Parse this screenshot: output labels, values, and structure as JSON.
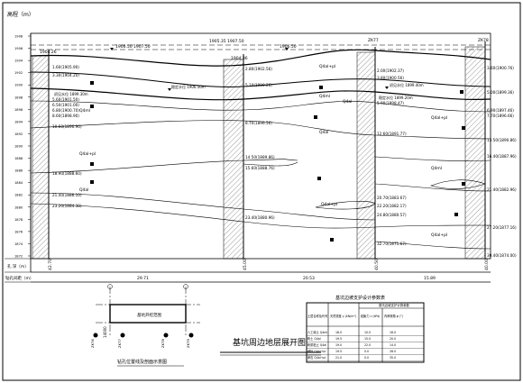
{
  "profile": {
    "y_axis_title": "高程（m）",
    "y_ticks": [
      "1908",
      "1906",
      "1904",
      "1902",
      "1900",
      "1898",
      "1896",
      "1894",
      "1892",
      "1890",
      "1888",
      "1886",
      "1884",
      "1882",
      "1880",
      "1878",
      "1876",
      "1874",
      "1872"
    ],
    "row_label_depth": "孔 深（m）",
    "row_label_spacing": "钻孔间距（m）",
    "depths": [
      "42.70",
      "45.00",
      "40.50",
      "40.00"
    ],
    "spacings": [
      "29.71",
      "20.53",
      "15.89"
    ],
    "borehole_tags": [
      {
        "text": "1906.50 1907.50"
      },
      {
        "text": "1905.35 1907.50"
      },
      {
        "text": "1906.50"
      },
      {
        "text": "ZK77"
      },
      {
        "text": "ZK78"
      },
      {
        "text": "1904.26"
      },
      {
        "text": "1904.36"
      }
    ],
    "water_labels": [
      "稳定水位 1906.50m",
      "初见水位 1899.30m",
      "初见水位 1899.40m",
      "稳定水位 1899.20m"
    ],
    "layer_labels": [
      "1.60(1905.90)",
      "3.30(1904.20)",
      "5.60(1901.50)",
      "6.50(1901.00)",
      "6.80(1900.70)",
      "8.60(1898.90)",
      "10.60(1896.90)",
      "18.90(1888.60)",
      "21.40(1886.10)",
      "23.20(1884.30)",
      "2.80(1902.56)",
      "5.10(1900.26)",
      "8.70(1896.56)",
      "14.50(1889.86)",
      "15.60(1888.76)",
      "23.40(1880.96)",
      "2.00(1902.37)",
      "3.80(1900.56)",
      "5.90(1898.47)",
      "12.60(1891.77)",
      "20.70(1883.67)",
      "22.20(1882.17)",
      "24.80(1880.57)",
      "32.70(1871.67)",
      "3.60(1900.76)",
      "5.00(1899.36)",
      "6.90(1897.46)",
      "7.70(1896.66)",
      "13.50(1890.86)",
      "16.40(1887.96)",
      "21.40(1882.96)",
      "27.20(1877.16)",
      "30.40(1874.00)"
    ],
    "soil_codes": [
      "Q4ml",
      "Q4al+pl",
      "Q4al",
      "Q4al+pl",
      "Q4ml",
      "Q4al",
      "Q4al+pl",
      "Q4al",
      "Q4al+pl",
      "Q4ml",
      "Q4al+pl"
    ]
  },
  "plan": {
    "box_label": "基坑开挖范围",
    "dim_label": "14000",
    "legend_items": [
      "ZK76",
      "ZK77",
      "ZK78",
      "ZK79"
    ],
    "caption": "钻孔位置线及剖面示意图"
  },
  "main_title": "基坑周边地层展开图",
  "table": {
    "title": "基坑边坡支护设计参数表",
    "headers": [
      "土层名称及代号",
      "天然重度 γ (kN/m³)",
      "粘聚力 c (kPa)",
      "内摩擦角 φ (°)"
    ],
    "group_header": "基坑边坡支护计算参数",
    "rows": [
      [
        "人工填土 Q4ml",
        "18.0",
        "10.0",
        "16.0"
      ],
      [
        "粉土 Q4al",
        "19.5",
        "15.0",
        "20.0"
      ],
      [
        "粉质粘土 Q4al",
        "19.0",
        "22.0",
        "14.0"
      ],
      [
        "细砂 Q4al+pl",
        "19.5",
        "0.0",
        "28.0"
      ],
      [
        "卵石 Q4al+pl",
        "21.0",
        "0.0",
        "35.0"
      ]
    ]
  }
}
